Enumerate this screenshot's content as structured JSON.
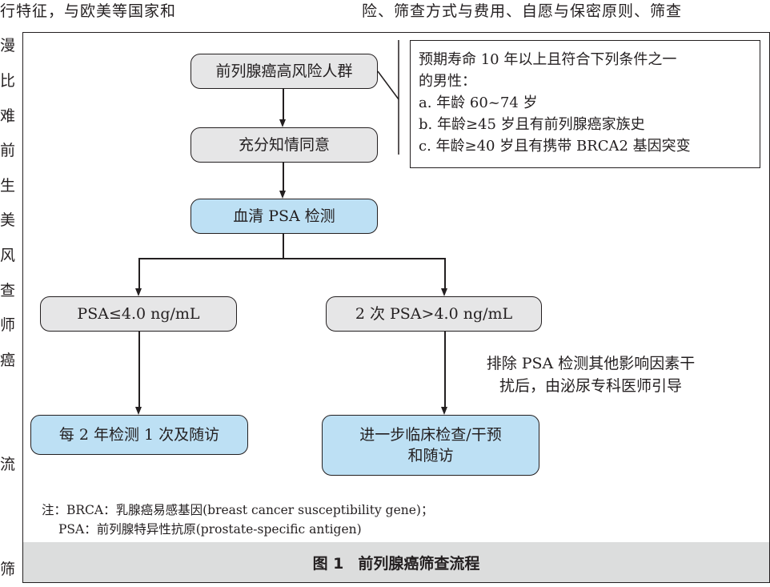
{
  "page_header": {
    "left_text": "行特征，与欧美等国家和",
    "right_text": "险、筛查方式与费用、自愿与保密原则、筛查"
  },
  "side_column_chars": [
    "漫",
    "比",
    "难",
    "前",
    "生",
    "美",
    "风",
    "查",
    "师",
    "癌",
    "",
    "",
    "流",
    "",
    "",
    "筛"
  ],
  "flowchart": {
    "high_risk": "前列腺癌高风险人群",
    "criteria": {
      "intro_line1": "预期寿命 10 年以上且符合下列条件之一",
      "intro_line2": "的男性：",
      "items": [
        "a. 年龄 60~74 岁",
        "b. 年龄≥45 岁且有前列腺癌家族史",
        "c. 年龄≥40 岁且有携带 BRCA2 基因突变"
      ]
    },
    "consent": "充分知情同意",
    "psa_test": "血清 PSA 检测",
    "psa_low": "PSA≤4.0 ng/mL",
    "psa_high": "2 次 PSA>4.0 ng/mL",
    "exclusion_note_line1": "排除 PSA 检测其他影响因素干",
    "exclusion_note_line2": "扰后，由泌尿专科医师引导",
    "followup_low": "每 2 年检测 1 次及随访",
    "followup_high_line1": "进一步临床检查/干预",
    "followup_high_line2": "和随访"
  },
  "footnote": {
    "line1": "注：BRCA：乳腺癌易感基因(breast cancer susceptibility gene)；",
    "line2": "PSA：前列腺特异性抗原(prostate-specific antigen)"
  },
  "caption": {
    "label": "图 1",
    "title": "前列腺癌筛查流程"
  },
  "colors": {
    "gray_box": "#e6e6e7",
    "blue_box": "#bde0f4",
    "caption_bar": "#dcdddd",
    "ink": "#231f20"
  }
}
